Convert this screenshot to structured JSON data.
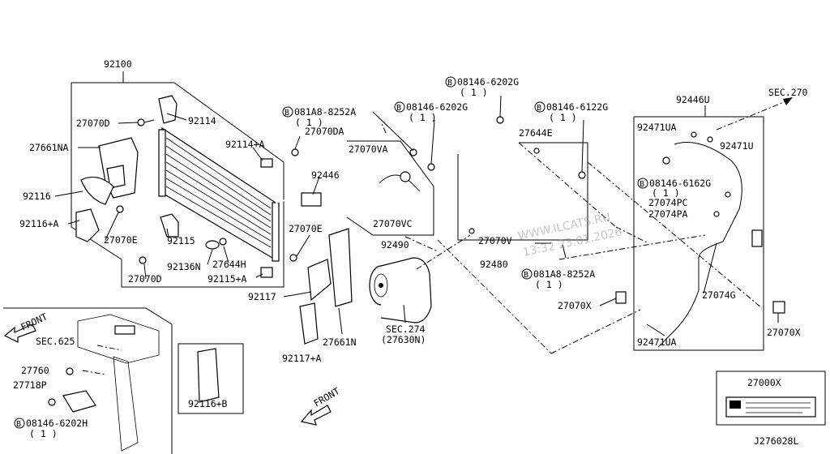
{
  "labels": {
    "p92100": "92100",
    "p27070D_top": "27070D",
    "p92114": "92114",
    "p27661NA": "27661NA",
    "p92116": "92116",
    "p92116A": "92116+A",
    "p27070E_left": "27070E",
    "p92114A": "92114+A",
    "p92115": "92115",
    "p92136N": "92136N",
    "p27644H": "27644H",
    "p27070D_bot": "27070D",
    "p92115A": "92115+A",
    "p081A8_top": "081A8-8252A",
    "p081A8_top_qty": "( 1 )",
    "p27070DA": "27070DA",
    "p92446": "92446",
    "p27070VA": "27070VA",
    "p27070VC": "27070VC",
    "p92490": "92490",
    "p08146_6202G_a": "08146-6202G",
    "p08146_6202G_a_qty": "( 1 )",
    "p08146_6202G_b": "08146-6202G",
    "p08146_6202G_b_qty": "( 1 )",
    "p08146_6122G": "08146-6122G",
    "p08146_6122G_qty": "( 1 )",
    "p27644E": "27644E",
    "p27070V": "27070V",
    "p92480": "92480",
    "p081A8_bot": "081A8-8252A",
    "p081A8_bot_qty": "( 1 )",
    "p27070E_mid": "27070E",
    "p92117": "92117",
    "p92117A": "92117+A",
    "p27661N": "27661N",
    "sec274": "SEC.274",
    "p27630N": "(27630N)",
    "p92446U": "92446U",
    "sec270": "SEC.270",
    "p92471UA_top": "92471UA",
    "p92471U": "92471U",
    "p08146_6162G": "08146-6162G",
    "p08146_6162G_qty": "( 1 )",
    "p27074PC": "27074PC",
    "p27074PA": "27074PA",
    "p27074G": "27074G",
    "p27070X_left": "27070X",
    "p27070X_right": "27070X",
    "p92471UA_bot": "92471UA",
    "front_bottom": "FRONT",
    "front_left": "FRONT",
    "sec625": "SEC.625",
    "p27760": "27760",
    "p27718P": "27718P",
    "p08146_6202H": "08146-6202H",
    "p08146_6202H_qty": "( 1 )",
    "p92116B": "92116+B",
    "p27000X": "27000X",
    "bolt_symbol": "B",
    "diagram_id": "J276028L"
  },
  "watermark": {
    "line1": "WWW.ILCATS.RU",
    "line2": "13:32 23.01.2026"
  }
}
